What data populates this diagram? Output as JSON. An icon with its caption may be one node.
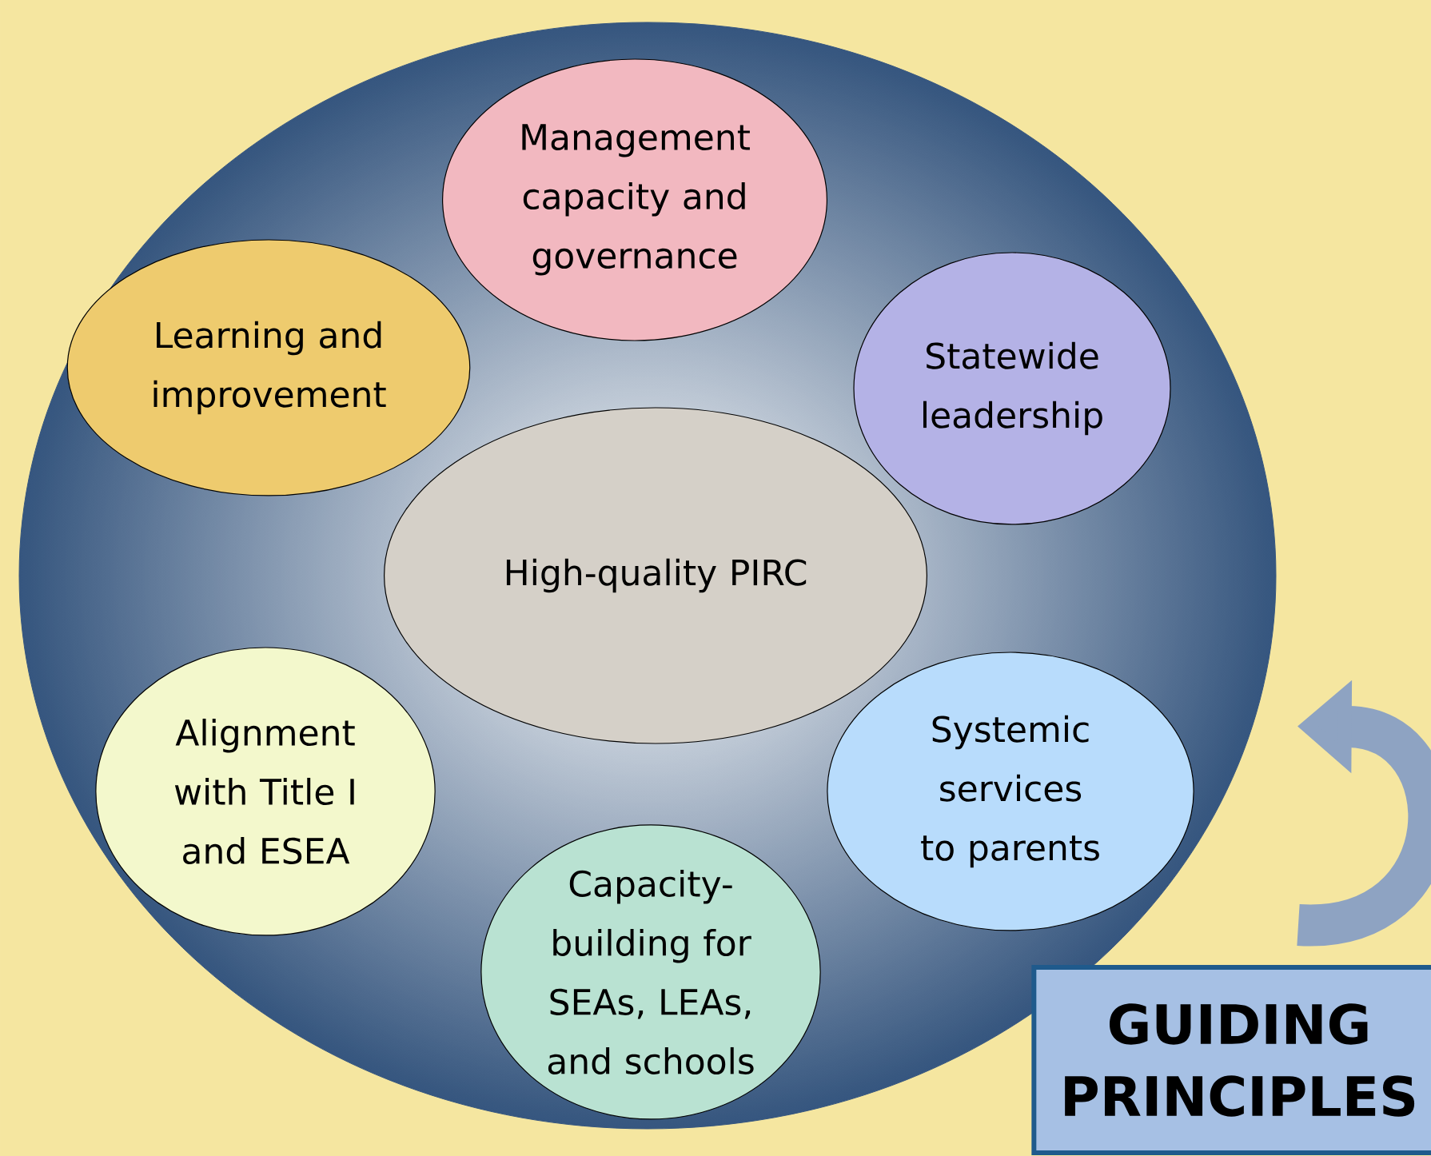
{
  "diagram": {
    "nodes": [
      {
        "text": [],
        "shape": "circle"
      },
      {
        "text": [
          "Management capacity and governance"
        ],
        "in": 0
      },
      {
        "text": [
          "Learning and improvement"
        ],
        "in": 0
      },
      {
        "text": [
          "Statewide leadership"
        ],
        "in": 0
      },
      {
        "text": [
          "High-quality PIRC"
        ],
        "in": 0
      },
      {
        "text": [
          "Alignment with Title I and ESEA"
        ],
        "in": 0
      },
      {
        "text": [
          "Systemic services to parents"
        ],
        "in": 0
      },
      {
        "text": [
          "Capacity-building for SEAs, LEAs, and schools"
        ],
        "in": 0
      },
      {
        "text": [
          "GUIDING PRINCIPLES"
        ]
      }
    ],
    "edges": [
      {
        "from": 8,
        "to": 0,
        "arrow": "to"
      }
    ]
  }
}
